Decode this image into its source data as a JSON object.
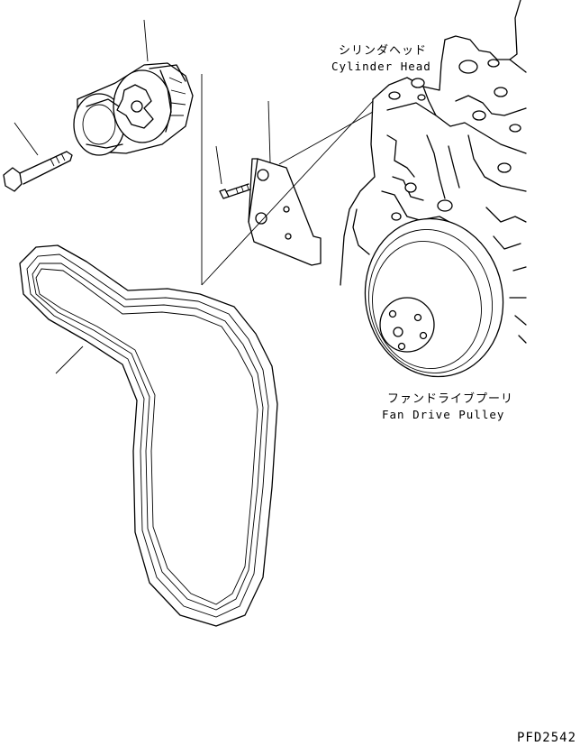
{
  "labels": {
    "cylinder_head_jp": "シリンダヘッド",
    "cylinder_head_en": "Cylinder Head",
    "fan_pulley_jp": "ファンドライブプーリ",
    "fan_pulley_en": "Fan Drive Pulley",
    "drawing_code": "PFD2542"
  }
}
